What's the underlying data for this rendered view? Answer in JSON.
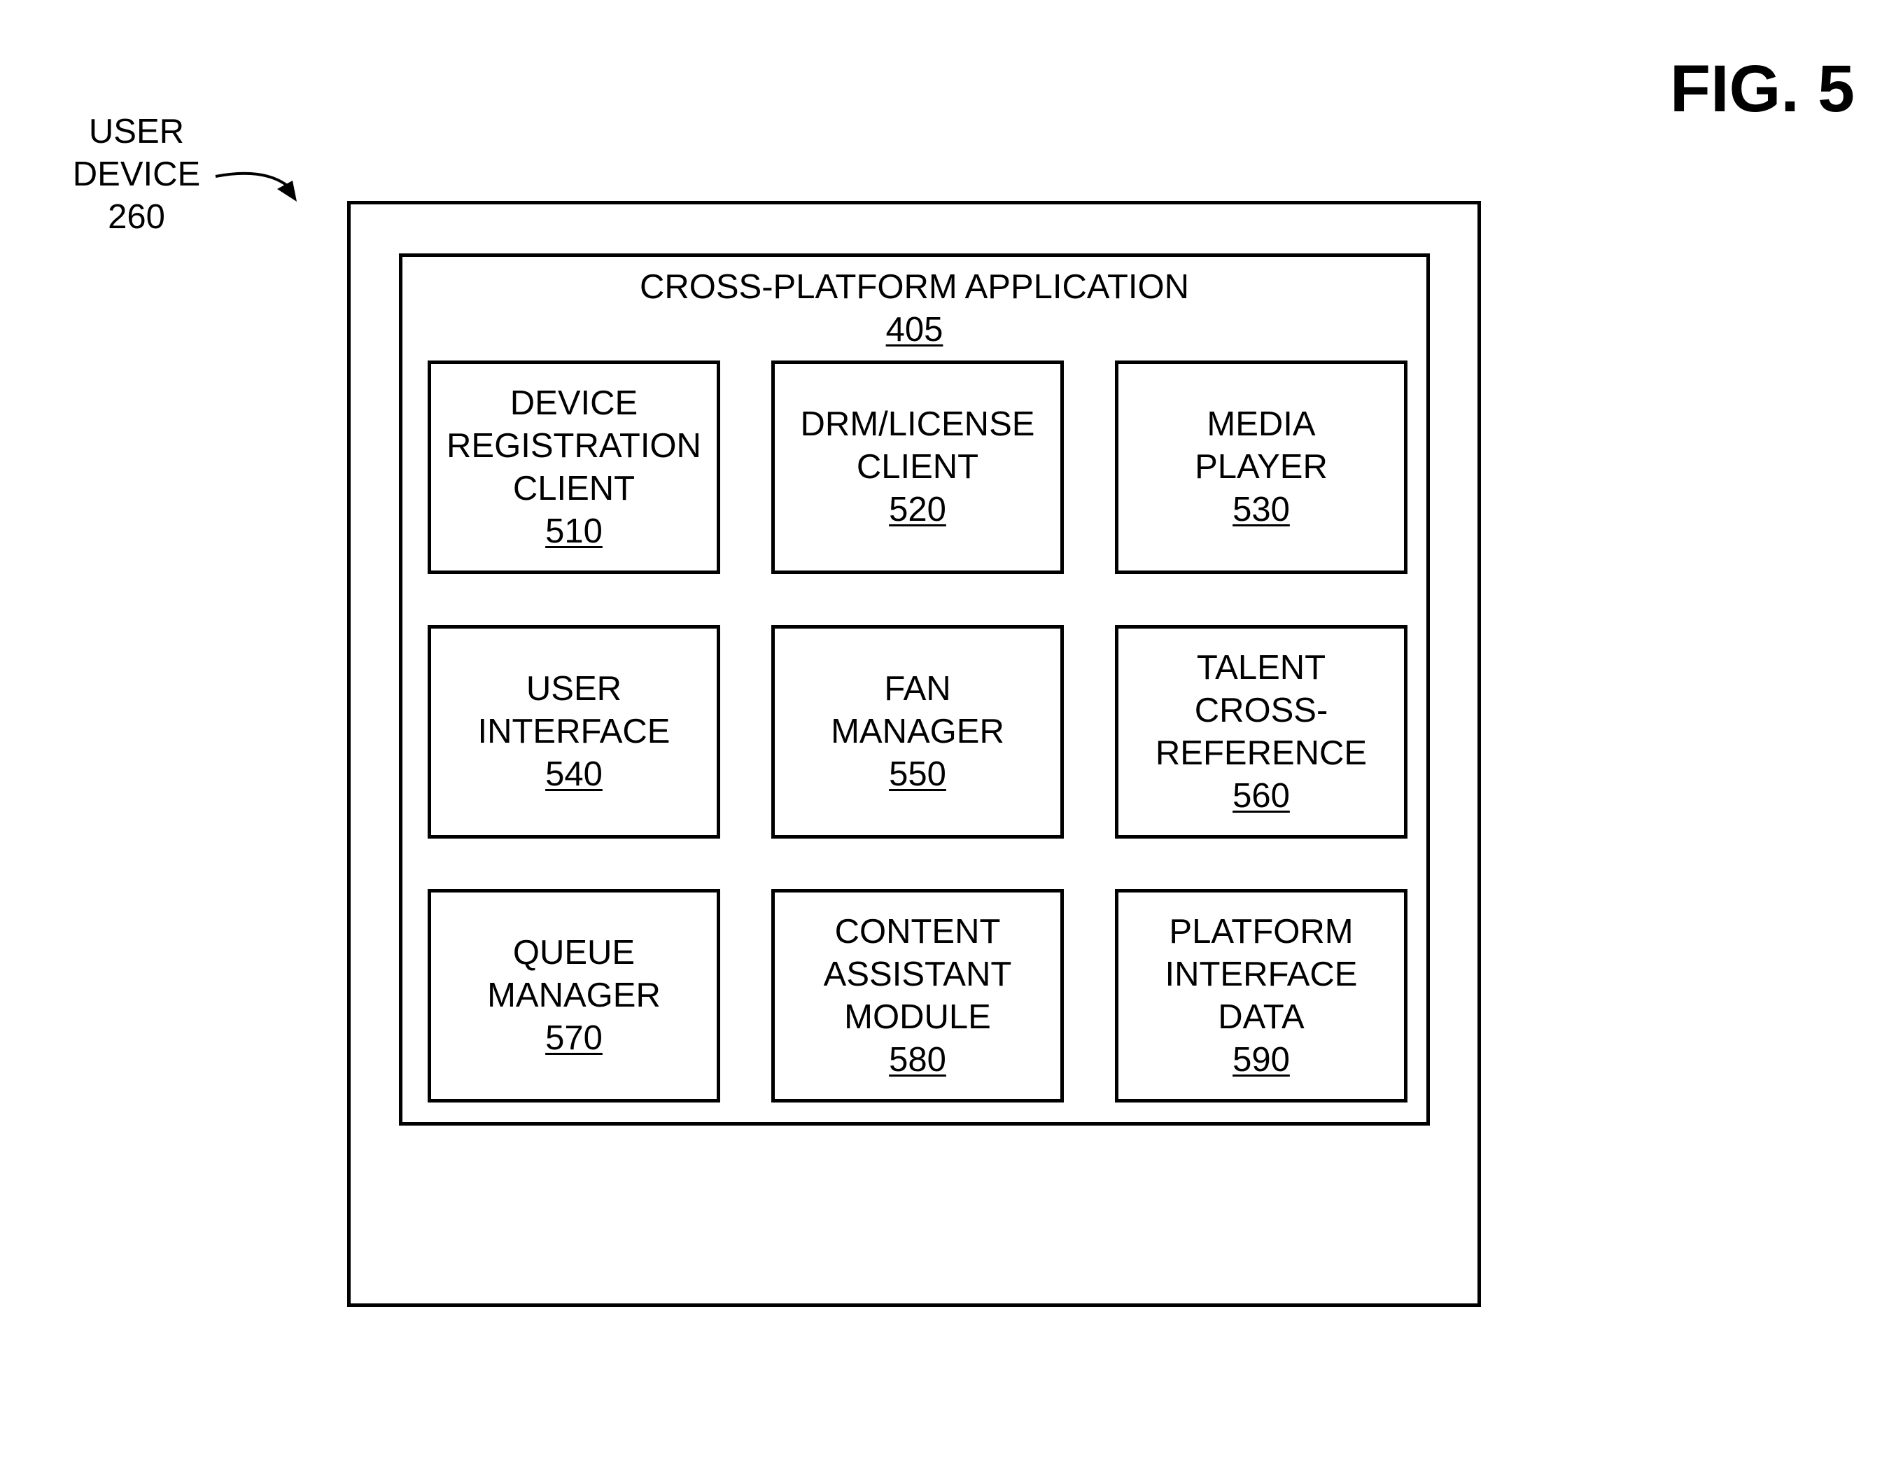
{
  "figure_label": "FIG. 5",
  "user_device": {
    "lines": [
      "USER",
      "DEVICE"
    ],
    "ref": "260"
  },
  "application": {
    "title": "CROSS-PLATFORM APPLICATION",
    "ref": "405"
  },
  "modules": [
    {
      "lines": [
        "DEVICE",
        "REGISTRATION",
        "CLIENT"
      ],
      "ref": "510"
    },
    {
      "lines": [
        "DRM/LICENSE",
        "CLIENT"
      ],
      "ref": "520"
    },
    {
      "lines": [
        "MEDIA",
        "PLAYER"
      ],
      "ref": "530"
    },
    {
      "lines": [
        "USER",
        "INTERFACE"
      ],
      "ref": "540"
    },
    {
      "lines": [
        "FAN",
        "MANAGER"
      ],
      "ref": "550"
    },
    {
      "lines": [
        "TALENT",
        "CROSS-",
        "REFERENCE"
      ],
      "ref": "560"
    },
    {
      "lines": [
        "QUEUE",
        "MANAGER"
      ],
      "ref": "570"
    },
    {
      "lines": [
        "CONTENT",
        "ASSISTANT",
        "MODULE"
      ],
      "ref": "580"
    },
    {
      "lines": [
        "PLATFORM",
        "INTERFACE",
        "DATA"
      ],
      "ref": "590"
    }
  ]
}
